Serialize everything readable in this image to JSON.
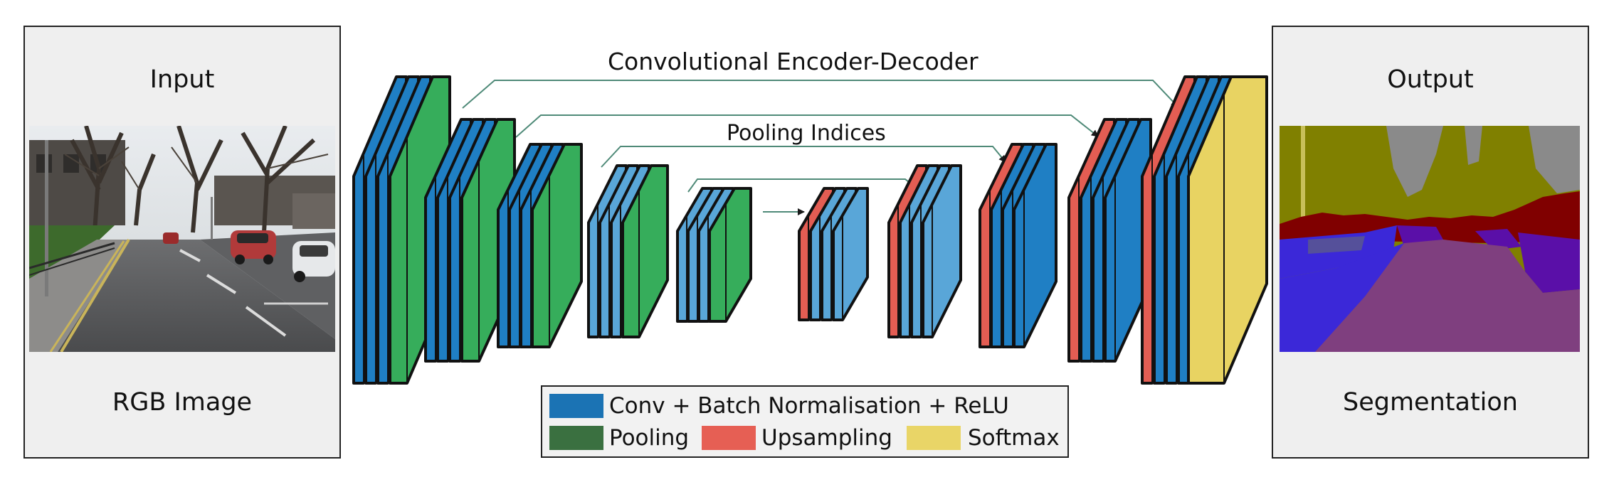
{
  "input_panel": {
    "title": "Input",
    "caption": "RGB Image"
  },
  "output_panel": {
    "title": "Output",
    "caption": "Segmentation"
  },
  "diagram": {
    "title": "Convolutional Encoder-Decoder",
    "skip_label": "Pooling Indices"
  },
  "legend": {
    "conv": "Conv + Batch Normalisation + ReLU",
    "pooling": "Pooling",
    "upsampling": "Upsampling",
    "softmax": "Softmax"
  },
  "colors": {
    "conv_dark": "#1f7fc4",
    "conv_light": "#59a6d8",
    "pooling": "#36ad5b",
    "upsampling": "#e35d53",
    "softmax": "#e8d362",
    "legend_conv": "#1b73b4",
    "legend_pooling": "#3a7040",
    "legend_upsampling": "#e65f54",
    "legend_softmax": "#e9d567",
    "arrow": "#4f8a78"
  },
  "segmentation_colors": {
    "sky": "#8a8a8a",
    "trees": "#808000",
    "cars": "#800000",
    "pavement": "#3b28d8",
    "road": "#7f3f7f",
    "signs": "#5a0fa8"
  }
}
